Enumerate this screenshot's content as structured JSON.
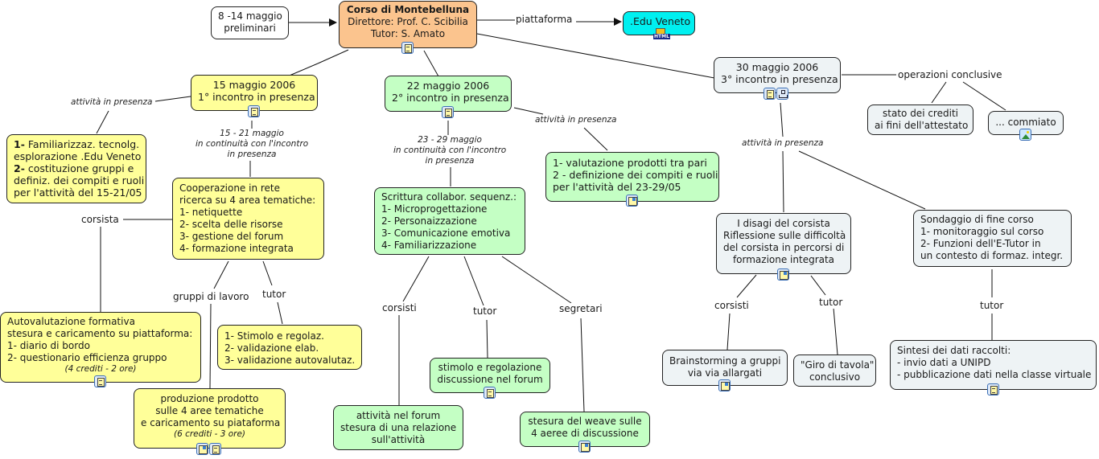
{
  "nodes": {
    "preliminari": {
      "lines": [
        "8 -14 maggio",
        "preliminari"
      ]
    },
    "corso": {
      "title": "Corso di Montebelluna",
      "lines": [
        "Direttore: Prof. C. Scibilia",
        "Tutor: S. Amato"
      ],
      "icons": [
        "document-icon"
      ]
    },
    "edu_veneto": {
      "lines": [
        ".Edu Veneto"
      ],
      "icons": [
        "html-icon"
      ]
    },
    "incontro1": {
      "lines": [
        "15 maggio 2006",
        "1° incontro in presenza"
      ],
      "icons": [
        "document-icon"
      ]
    },
    "incontro2": {
      "lines": [
        "22 maggio 2006",
        "2° incontro in presenza"
      ],
      "icons": [
        "document-icon"
      ]
    },
    "incontro3": {
      "lines": [
        "30 maggio 2006",
        "3° incontro in presenza"
      ],
      "icons": [
        "document-icon",
        "hierarchy-icon"
      ]
    },
    "familiarizzaz": {
      "items": [
        {
          "bold": "1-",
          "text": " Familiarizzaz. tecnolg."
        },
        {
          "bold": "",
          "text": "esplorazione .Edu Veneto"
        },
        {
          "bold": "2-",
          "text": " costituzione gruppi e"
        },
        {
          "bold": "",
          "text": "definiz. dei compiti e ruoli"
        },
        {
          "bold": "",
          "text": "per l'attività del 15-21/05"
        }
      ]
    },
    "cooperazione": {
      "lines": [
        "Cooperazione in rete",
        "ricerca su 4 area tematiche:",
        "1- netiquette",
        "2- scelta delle risorse",
        "3- gestione del forum",
        "4- formazione integrata"
      ]
    },
    "autovalutazione": {
      "lines": [
        "Autovalutazione formativa",
        "stesura e caricamento su piattaforma:",
        "1- diario di bordo",
        "2- questionario efficienza gruppo"
      ],
      "note": "(4 crediti - 2 ore)",
      "icons": [
        "document-icon"
      ]
    },
    "stimolo": {
      "lines": [
        "1- Stimolo e regolaz.",
        "2- validazione elab.",
        "3- validazione autovalutaz."
      ]
    },
    "produzione": {
      "lines": [
        "produzione prodotto",
        "sulle 4 aree tematiche",
        "e caricamento su piataforma"
      ],
      "note": "(6 crediti - 3 ore)",
      "icons": [
        "image-document-icon",
        "document-icon"
      ]
    },
    "scrittura": {
      "lines": [
        "Scrittura collabor. sequenz.:",
        "1- Microprogettazione",
        "2- Personaizzazione",
        "3- Comunicazione emotiva",
        "4- Familiarizzazione"
      ]
    },
    "valutazione": {
      "lines": [
        "1- valutazione prodotti tra pari",
        "2 - definizione dei compiti e ruoli",
        "per l'attività del 23-29/05"
      ],
      "icons": [
        "image-document-icon"
      ]
    },
    "forum_att": {
      "lines": [
        "attività nel forum",
        "stesura di una relazione",
        "sull'attività"
      ]
    },
    "stimolo_forum": {
      "lines": [
        "stimolo e regolazione",
        "discussione nel forum"
      ],
      "icons": [
        "document-icon"
      ]
    },
    "weave": {
      "lines": [
        "stesura del weave sulle",
        "4 aeree di discussione"
      ],
      "icons": [
        "image-document-icon"
      ]
    },
    "crediti": {
      "lines": [
        "stato dei crediti",
        "ai fini dell'attestato"
      ]
    },
    "commiato": {
      "lines": [
        "... commiato"
      ],
      "icons": [
        "picture-icon"
      ]
    },
    "disagi": {
      "lines": [
        "I disagi del corsista",
        "Riflessione sulle difficoltà",
        "del corsista in percorsi di",
        "formazione integrata"
      ],
      "icons": [
        "image-document-icon"
      ]
    },
    "sondaggio": {
      "lines": [
        "Sondaggio di fine corso",
        "1- monitoraggio sul corso",
        "2- Funzioni dell'E-Tutor in",
        "un contesto di formaz. integr."
      ]
    },
    "brainstorming": {
      "lines": [
        "Brainstorming a gruppi",
        "via via allargati"
      ],
      "icons": [
        "image-document-icon"
      ]
    },
    "giro": {
      "lines": [
        "\"Giro di tavola\"",
        "conclusivo"
      ]
    },
    "sintesi": {
      "lines": [
        "Sintesi dei dati raccolti:",
        "- invio dati a UNIPD",
        "- pubblicazione dati nella classe virtuale"
      ],
      "icons": [
        "document-icon"
      ]
    }
  },
  "links": {
    "piattaforma": "piattaforma",
    "att_pres_1": "attività in presenza",
    "continuita_1": [
      "15 - 21 maggio",
      "in continuità con l'incontro",
      "in presenza"
    ],
    "corsista": "corsista",
    "gruppi": "gruppi di lavoro",
    "tutor_1": "tutor",
    "att_pres_2": "attività in presenza",
    "continuita_2": [
      "23 - 29 maggio",
      "in continuità con l'incontro",
      "in presenza"
    ],
    "corsisti_2": "corsisti",
    "tutor_2": "tutor",
    "segretari": "segretari",
    "operazioni": "operazioni conclusive",
    "att_pres_3": "attività in presenza",
    "corsisti_3": "corsisti",
    "tutor_3": "tutor",
    "tutor_4": "tutor"
  },
  "colors": {
    "root": "#fbc48e",
    "platform": "#00f0f0",
    "week1": "#ffff99",
    "week2": "#c4ffc4",
    "week3": "#eef3f5"
  }
}
